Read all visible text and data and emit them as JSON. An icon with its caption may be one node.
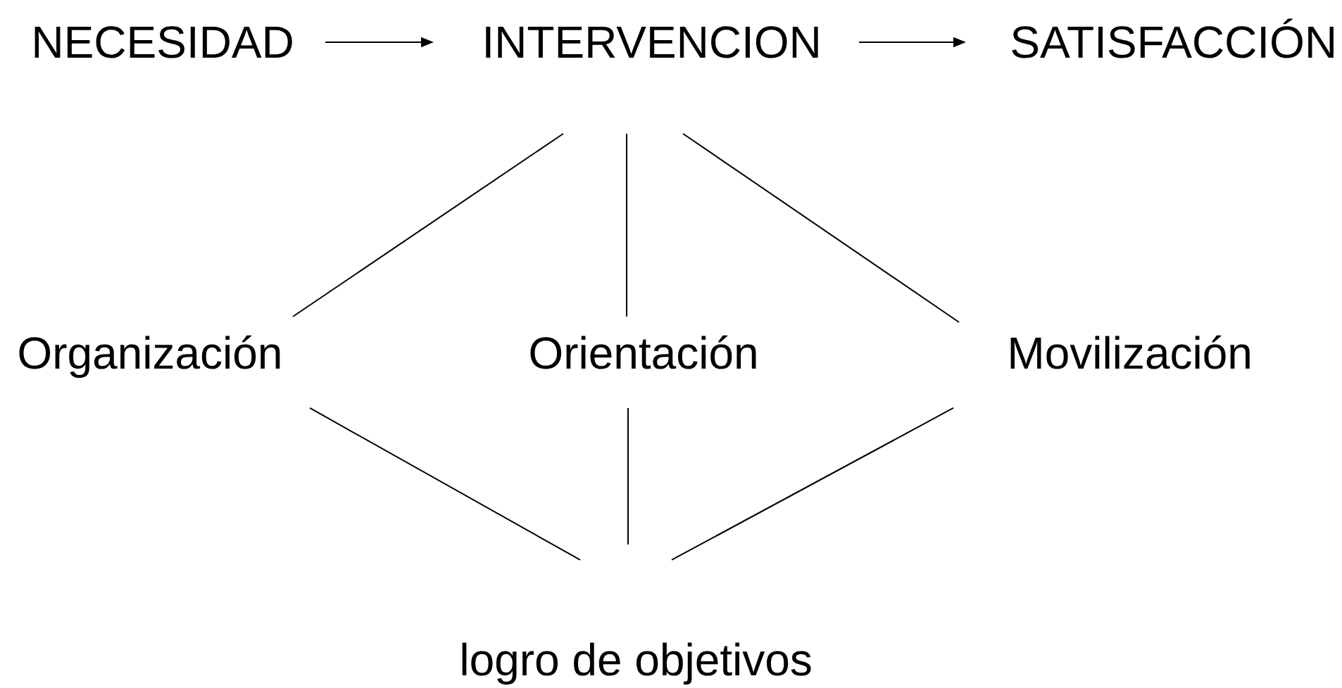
{
  "diagram": {
    "nodes": [
      {
        "text": [
          "NECESIDAD"
        ]
      },
      {
        "text": [
          "INTERVENCION"
        ]
      },
      {
        "text": [
          "SATISFACCIÓN"
        ]
      },
      {
        "text": [
          "Organización"
        ]
      },
      {
        "text": [
          "Orientación"
        ]
      },
      {
        "text": [
          "Movilización"
        ]
      },
      {
        "text": [
          "logro de objetivos"
        ]
      }
    ],
    "edges": [
      {
        "from": 0,
        "to": 1,
        "arrow": "to"
      },
      {
        "from": 1,
        "to": 2,
        "arrow": "to"
      },
      {
        "from": 1,
        "to": 3,
        "arrow": "none"
      },
      {
        "from": 1,
        "to": 4,
        "arrow": "none"
      },
      {
        "from": 1,
        "to": 5,
        "arrow": "none"
      },
      {
        "from": 3,
        "to": 6,
        "arrow": "none"
      },
      {
        "from": 4,
        "to": 6,
        "arrow": "none"
      },
      {
        "from": 5,
        "to": 6,
        "arrow": "none"
      }
    ]
  }
}
